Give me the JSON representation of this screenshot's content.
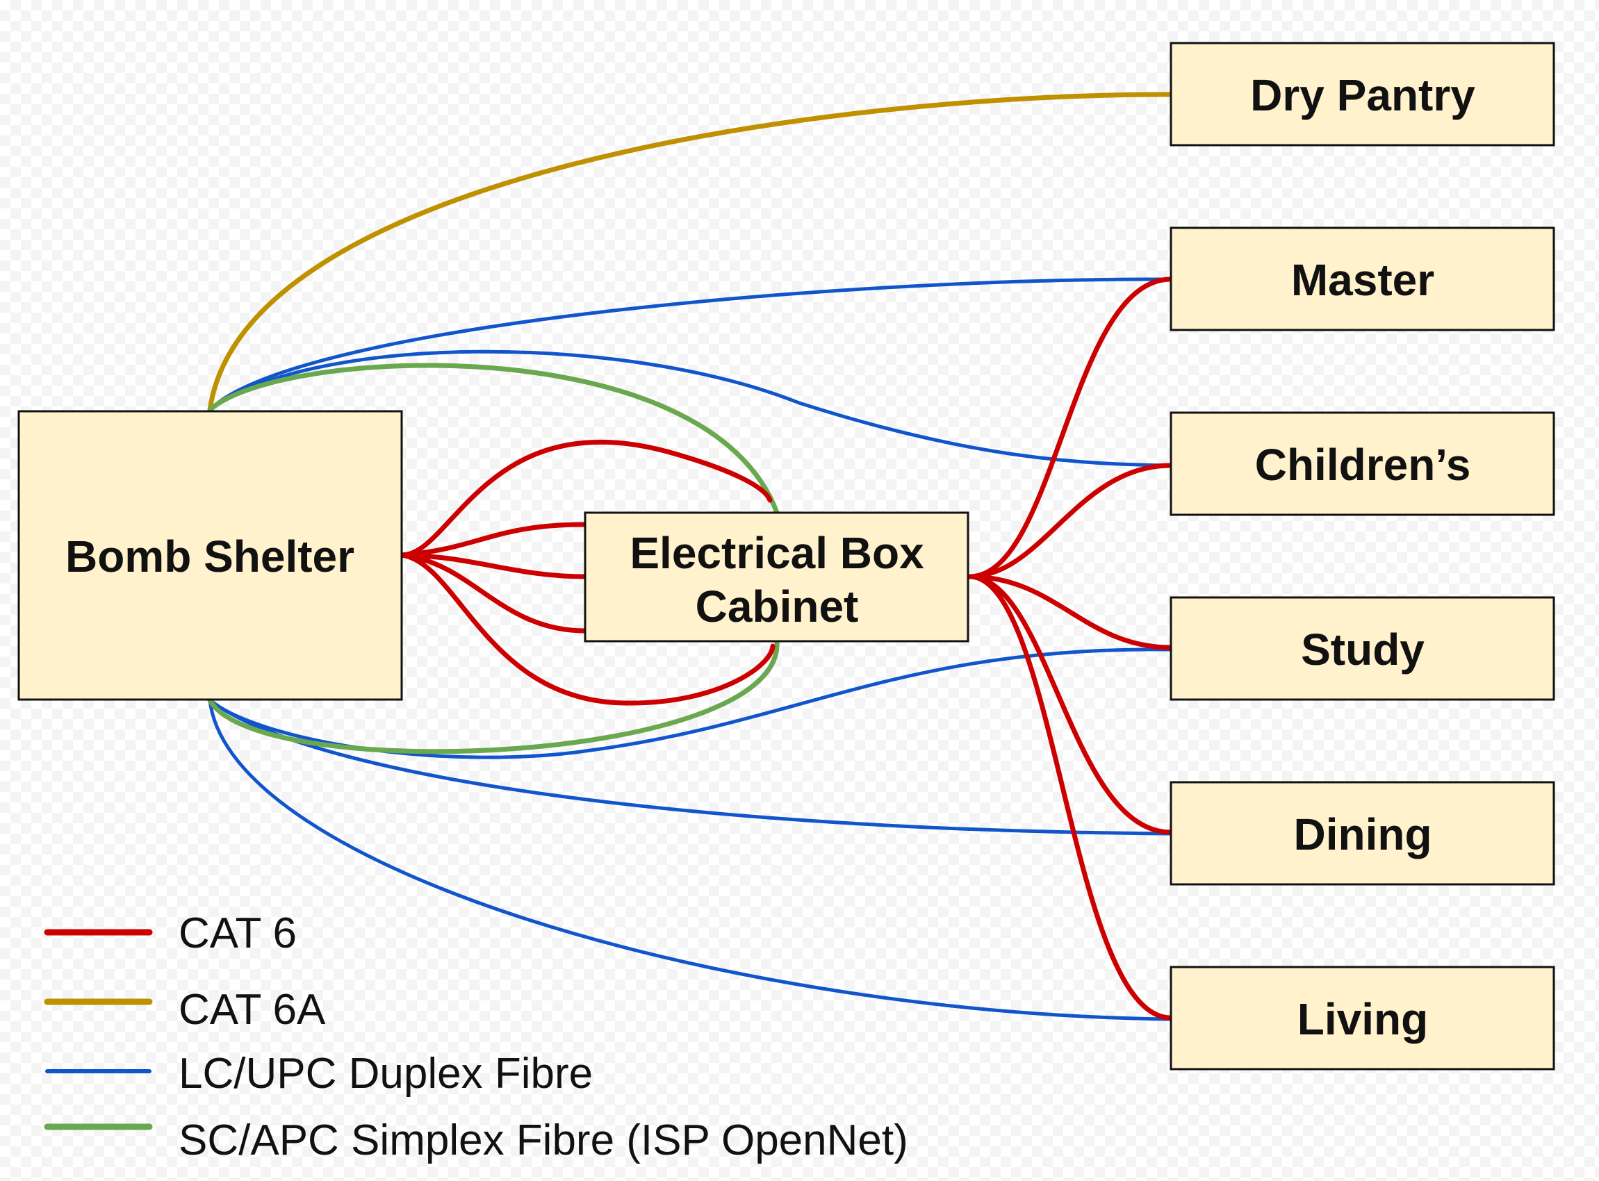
{
  "colors": {
    "cat6": "#cc0000",
    "cat6a": "#bf9000",
    "fibre_duplex": "#1155cc",
    "fibre_simplex": "#6aa84f",
    "box_fill": "#fff2cc",
    "box_stroke": "#111111"
  },
  "nodes": {
    "bomb_shelter": "Bomb Shelter",
    "electrical_box_line1": "Electrical Box",
    "electrical_box_line2": "Cabinet",
    "dry_pantry": "Dry Pantry",
    "master": "Master",
    "childrens": "Children’s",
    "study": "Study",
    "dining": "Dining",
    "living": "Living"
  },
  "legend": {
    "cat6": "CAT 6",
    "cat6a": "CAT 6A",
    "lc_upc": "LC/UPC Duplex Fibre",
    "sc_apc": "SC/APC Simplex Fibre (ISP OpenNet)"
  },
  "connections": [
    {
      "from": "Bomb Shelter",
      "to": "Dry Pantry",
      "cable": "CAT 6A"
    },
    {
      "from": "Bomb Shelter",
      "to": "Master",
      "cable": "LC/UPC Duplex Fibre"
    },
    {
      "from": "Bomb Shelter",
      "to": "Children’s",
      "cable": "LC/UPC Duplex Fibre"
    },
    {
      "from": "Bomb Shelter",
      "to": "Study",
      "cable": "LC/UPC Duplex Fibre"
    },
    {
      "from": "Bomb Shelter",
      "to": "Dining",
      "cable": "LC/UPC Duplex Fibre"
    },
    {
      "from": "Bomb Shelter",
      "to": "Living",
      "cable": "LC/UPC Duplex Fibre"
    },
    {
      "from": "Bomb Shelter",
      "to": "Electrical Box Cabinet",
      "cable": "SC/APC Simplex Fibre (ISP OpenNet)"
    },
    {
      "from": "Bomb Shelter",
      "to": "Electrical Box Cabinet",
      "cable": "SC/APC Simplex Fibre (ISP OpenNet)"
    },
    {
      "from": "Bomb Shelter",
      "to": "Electrical Box Cabinet",
      "cable": "CAT 6"
    },
    {
      "from": "Bomb Shelter",
      "to": "Electrical Box Cabinet",
      "cable": "CAT 6"
    },
    {
      "from": "Bomb Shelter",
      "to": "Electrical Box Cabinet",
      "cable": "CAT 6"
    },
    {
      "from": "Bomb Shelter",
      "to": "Electrical Box Cabinet",
      "cable": "CAT 6"
    },
    {
      "from": "Bomb Shelter",
      "to": "Electrical Box Cabinet",
      "cable": "CAT 6"
    },
    {
      "from": "Electrical Box Cabinet",
      "to": "Master",
      "cable": "CAT 6"
    },
    {
      "from": "Electrical Box Cabinet",
      "to": "Children’s",
      "cable": "CAT 6"
    },
    {
      "from": "Electrical Box Cabinet",
      "to": "Study",
      "cable": "CAT 6"
    },
    {
      "from": "Electrical Box Cabinet",
      "to": "Dining",
      "cable": "CAT 6"
    },
    {
      "from": "Electrical Box Cabinet",
      "to": "Living",
      "cable": "CAT 6"
    }
  ]
}
